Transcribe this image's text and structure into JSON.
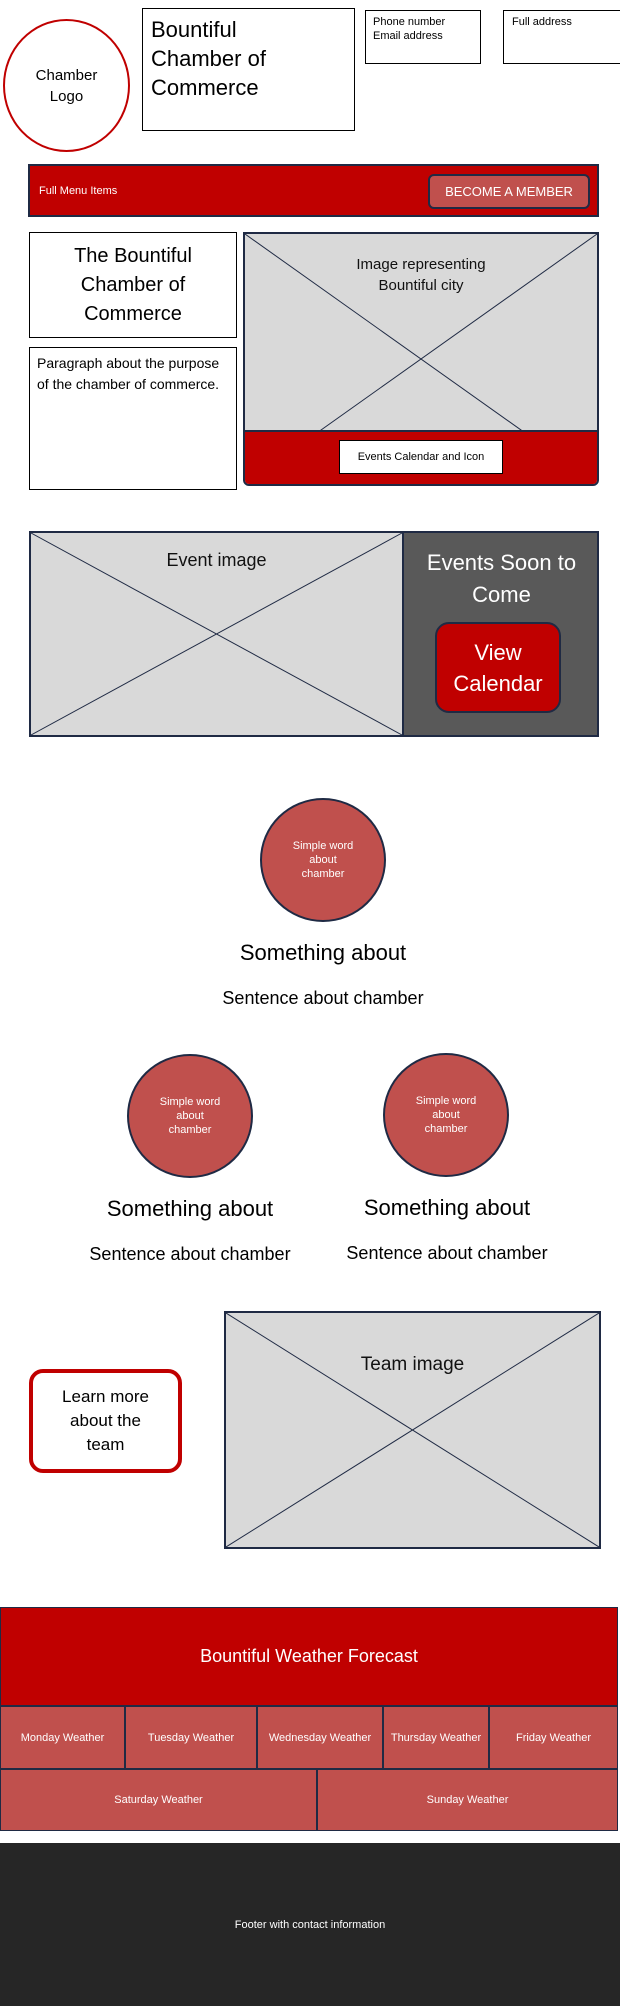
{
  "header": {
    "logo_text": "Chamber\nLogo",
    "title": "Bountiful Chamber of Commerce",
    "phone": "Phone number",
    "email": "Email address",
    "address": "Full address"
  },
  "nav": {
    "menu_label": "Full Menu Items",
    "cta_label": "BECOME A MEMBER"
  },
  "intro": {
    "heading": "The Bountiful Chamber of Commerce",
    "paragraph": "Paragraph about the purpose of the chamber of commerce.",
    "image_caption": "Image representing Bountiful city",
    "events_bar_label": "Events Calendar and Icon"
  },
  "events": {
    "image_caption": "Event image",
    "heading": "Events Soon to Come",
    "button_label": "View Calendar"
  },
  "features": [
    {
      "word": "Simple word about chamber",
      "title": "Something about",
      "sentence": "Sentence about chamber"
    },
    {
      "word": "Simple word about chamber",
      "title": "Something about",
      "sentence": "Sentence about chamber"
    },
    {
      "word": "Simple word about chamber",
      "title": "Something about",
      "sentence": "Sentence about chamber"
    }
  ],
  "team": {
    "button_label": "Learn more about the team",
    "image_caption": "Team image"
  },
  "weather": {
    "title": "Bountiful Weather Forecast",
    "days": [
      "Monday Weather",
      "Tuesday Weather",
      "Wednesday Weather",
      "Thursday Weather",
      "Friday Weather",
      "Saturday Weather",
      "Sunday Weather"
    ]
  },
  "footer": {
    "text": "Footer with contact information"
  },
  "colors": {
    "brand_red": "#c00000",
    "muted_red": "#c0504d",
    "dark_gray": "#595959",
    "footer_bg": "#262626",
    "placeholder_gray": "#d9d9d9"
  }
}
